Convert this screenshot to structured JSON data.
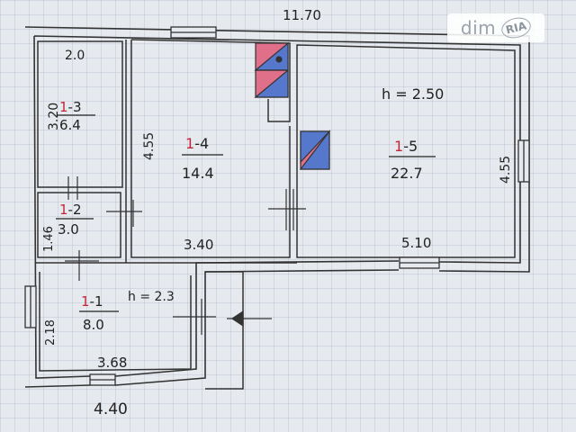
{
  "plan": {
    "overall_width": "11.70",
    "ceiling_height_main": "h = 2.50",
    "ceiling_height_annex": "h = 2.3",
    "rooms": [
      {
        "num": "1",
        "sep": "-",
        "sub": "3",
        "area": "6.4",
        "top_dim": "2.0",
        "side_dim": "3.20"
      },
      {
        "num": "1",
        "sep": "-",
        "sub": "2",
        "area": "3.0",
        "side_dim": "1.46"
      },
      {
        "num": "1",
        "sep": "-",
        "sub": "4",
        "area": "14.4",
        "side_dim": "4.55",
        "bottom_dim": "3.40"
      },
      {
        "num": "1",
        "sep": "-",
        "sub": "5",
        "area": "22.7",
        "side_dim": "4.55",
        "bottom_dim": "5.10"
      },
      {
        "num": "1",
        "sep": "-",
        "sub": "1",
        "area": "8.0",
        "side_dim": "2.18",
        "bottom_dim": "3.68",
        "outer_dim": "4.40"
      }
    ]
  },
  "watermark": {
    "brand": "dim",
    "badge": "RIA"
  },
  "colors": {
    "ink": "#222222",
    "red_label": "#c0283a",
    "stove_pink": "#e0708a",
    "stove_blue": "#5577cc"
  }
}
